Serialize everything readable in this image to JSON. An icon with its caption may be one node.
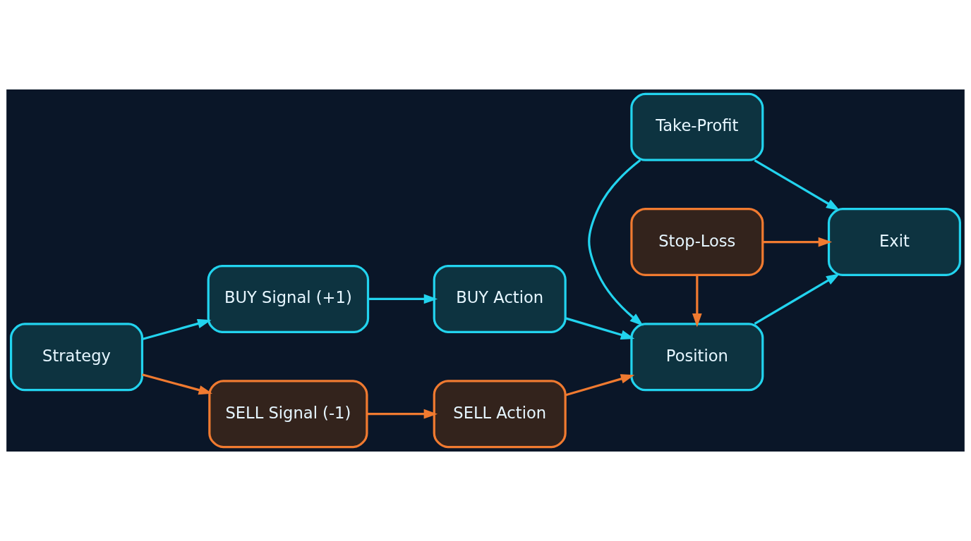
{
  "diagram": {
    "nodes": [
      {
        "text": [
          "Strategy"
        ]
      },
      {
        "text": [
          "BUY Signal (+1)"
        ]
      },
      {
        "text": [
          "BUY Action"
        ]
      },
      {
        "text": [
          "Take-Profit"
        ]
      },
      {
        "text": [
          "Position"
        ]
      },
      {
        "text": [
          "Exit"
        ]
      },
      {
        "text": [
          "SELL Signal (-1)"
        ]
      },
      {
        "text": [
          "SELL Action"
        ]
      },
      {
        "text": [
          "Stop-Loss"
        ]
      }
    ],
    "edges": [
      {
        "from": 0,
        "to": 1,
        "arrow": "to"
      },
      {
        "from": 1,
        "to": 2,
        "arrow": "to"
      },
      {
        "from": 2,
        "to": 4,
        "arrow": "to"
      },
      {
        "from": 3,
        "to": 4,
        "arrow": "to"
      },
      {
        "from": 3,
        "to": 5,
        "arrow": "to"
      },
      {
        "from": 4,
        "to": 5,
        "arrow": "to"
      },
      {
        "from": 0,
        "to": 6,
        "arrow": "to",
        "color": "#f07a30"
      },
      {
        "from": 6,
        "to": 7,
        "arrow": "to",
        "color": "#f07a30"
      },
      {
        "from": 7,
        "to": 4,
        "arrow": "to",
        "color": "#f07a30"
      },
      {
        "from": 8,
        "to": 4,
        "arrow": "to",
        "color": "#f07a30"
      },
      {
        "from": 8,
        "to": 5,
        "arrow": "to",
        "color": "#f07a30"
      }
    ]
  }
}
